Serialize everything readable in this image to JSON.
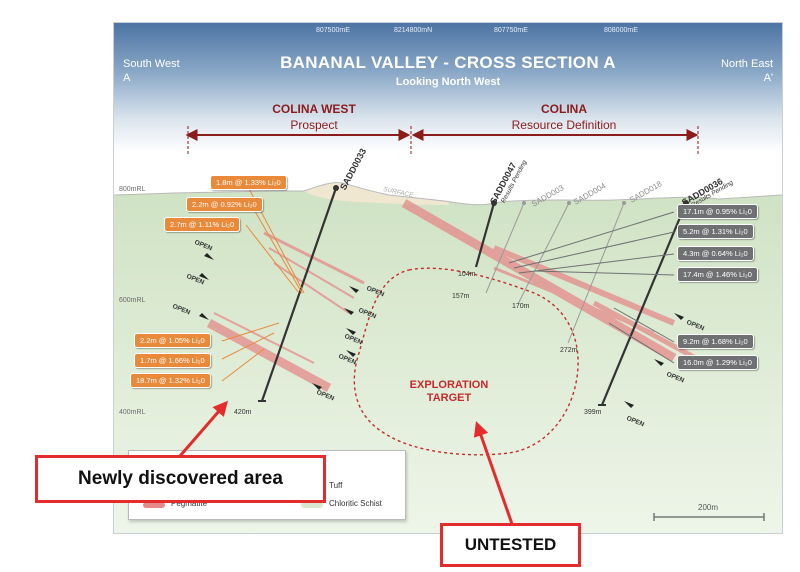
{
  "coords": [
    "807500mE",
    "8214800mN",
    "807750mE",
    "808000mE"
  ],
  "title": "BANANAL VALLEY - CROSS SECTION A",
  "subtitle": "Looking North West",
  "left_direction": {
    "name": "South West",
    "code": "A"
  },
  "right_direction": {
    "name": "North East",
    "code": "A'"
  },
  "zones": [
    {
      "title": "COLINA WEST",
      "subtitle": "Prospect"
    },
    {
      "title": "COLINA",
      "subtitle": "Resource Definition"
    }
  ],
  "mrl": [
    "800mRL",
    "600mRL",
    "400mRL"
  ],
  "surface_label": "SURFACE",
  "holes": {
    "sadd0033": "SADD0033",
    "sadd0047": "SADD0047",
    "sadd0036": "SADD0036",
    "sadd003": "SADD003",
    "sadd004": "SADD004",
    "sadd018": "SADD018",
    "results_pending": "Results Pending"
  },
  "depths": {
    "d420": "420m",
    "d104": "104m",
    "d157": "157m",
    "d170": "170m",
    "d272": "272m",
    "d399": "399m"
  },
  "intercepts_left_top": [
    "1.8m @ 1.33% Li₂0",
    "2.2m @ 0.92% Li₂0",
    "2.7m @ 1.11% Li₂0"
  ],
  "intercepts_left_bottom": [
    "2.2m @ 1.05% Li₂0",
    "1.7m @ 1.66% Li₂0",
    "18.7m @ 1.32% Li₂0"
  ],
  "intercepts_right_top": [
    "17.1m @ 0.95% Li₂0",
    "5.2m @ 1.31% Li₂0",
    "4.3m @ 0.64% Li₂0",
    "17.4m @ 1.46% Li₂0"
  ],
  "intercepts_right_bottom": [
    "9.2m @ 1.68% Li₂0",
    "16.0m @ 1.29% Li₂0"
  ],
  "open_label": "OPEN",
  "target": {
    "line1": "EXPLORATION",
    "line2": "TARGET"
  },
  "legend": {
    "tuff": "Tuff",
    "pegmatite": "Pegmatite",
    "schist": "Chloritic Schist"
  },
  "scale": "200m",
  "callouts": {
    "new_area": "Newly discovered area",
    "untested": "UNTESTED"
  },
  "colors": {
    "accent_red": "#e52c2c",
    "zone_red": "#8b1c1c",
    "intercept_orange": "#e98a3b",
    "intercept_grey": "#6f7072",
    "pegmatite": "#e58a8a",
    "schist": "#d9e8cf"
  }
}
